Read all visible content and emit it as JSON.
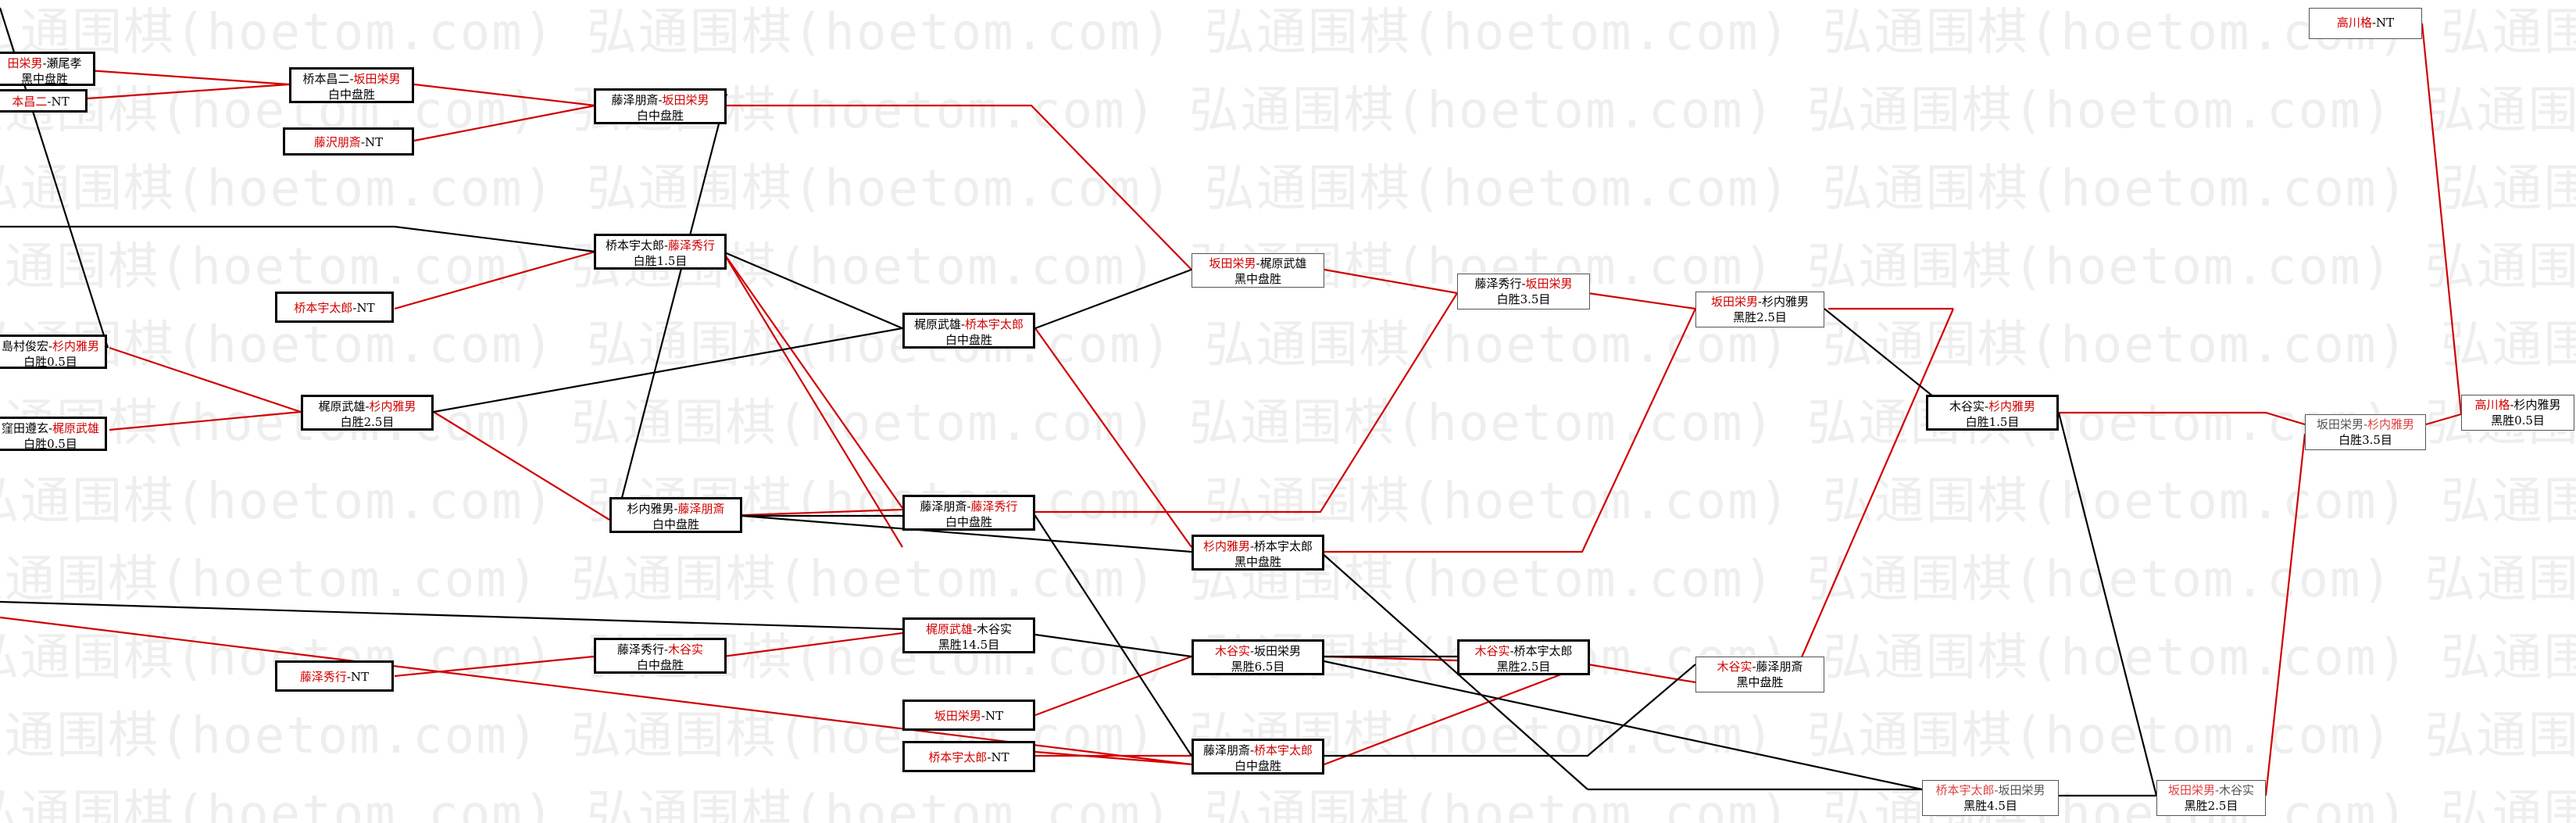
{
  "watermark": "弘通围棋(hoetom.com)",
  "colors": {
    "red": "#d10000",
    "black": "#000000"
  },
  "nodes": {
    "e1": {
      "parts": [
        [
          "r",
          "田栄男"
        ],
        [
          "k",
          "-瀬尾孝"
        ]
      ],
      "result": "黑中盘胜"
    },
    "e2": {
      "parts": [
        [
          "r",
          "本昌二"
        ],
        [
          "k",
          "-NT"
        ]
      ],
      "result": ""
    },
    "e3": {
      "parts": [
        [
          "k",
          "島村俊宏-"
        ],
        [
          "r",
          "杉内雅男"
        ]
      ],
      "result": "白胜0.5目"
    },
    "e4": {
      "parts": [
        [
          "k",
          "窪田遵玄-"
        ],
        [
          "r",
          "梶原武雄"
        ]
      ],
      "result": "白胜0.5目"
    },
    "a1": {
      "parts": [
        [
          "k",
          "桥本昌二-"
        ],
        [
          "r",
          "坂田栄男"
        ]
      ],
      "result": "白中盘胜"
    },
    "a2": {
      "parts": [
        [
          "r",
          "藤沢朋斎"
        ],
        [
          "k",
          "-NT"
        ]
      ],
      "result": ""
    },
    "a3": {
      "parts": [
        [
          "r",
          "桥本宇太郎"
        ],
        [
          "k",
          "-NT"
        ]
      ],
      "result": ""
    },
    "a4": {
      "parts": [
        [
          "k",
          "梶原武雄-"
        ],
        [
          "r",
          "杉内雅男"
        ]
      ],
      "result": "白胜2.5目"
    },
    "a5": {
      "parts": [
        [
          "r",
          "藤泽秀行"
        ],
        [
          "k",
          "-NT"
        ]
      ],
      "result": ""
    },
    "b1": {
      "parts": [
        [
          "k",
          "藤泽朋斎-"
        ],
        [
          "r",
          "坂田栄男"
        ]
      ],
      "result": "白中盘胜"
    },
    "b2": {
      "parts": [
        [
          "k",
          "桥本宇太郎-"
        ],
        [
          "r",
          "藤泽秀行"
        ]
      ],
      "result": "白胜1.5目"
    },
    "b3": {
      "parts": [
        [
          "k",
          "杉内雅男-"
        ],
        [
          "r",
          "藤泽朋斎"
        ]
      ],
      "result": "白中盘胜"
    },
    "b4": {
      "parts": [
        [
          "k",
          "藤泽秀行-"
        ],
        [
          "r",
          "木谷实"
        ]
      ],
      "result": "白中盘胜"
    },
    "c1": {
      "parts": [
        [
          "k",
          "梶原武雄-"
        ],
        [
          "r",
          "桥本宇太郎"
        ]
      ],
      "result": "白中盘胜"
    },
    "c2": {
      "parts": [
        [
          "k",
          "藤泽朋斎-"
        ],
        [
          "r",
          "藤泽秀行"
        ]
      ],
      "result": "白中盘胜"
    },
    "c3": {
      "parts": [
        [
          "r",
          "梶原武雄"
        ],
        [
          "k",
          "-木谷实"
        ]
      ],
      "result": "黑胜14.5目"
    },
    "c4": {
      "parts": [
        [
          "r",
          "坂田栄男"
        ],
        [
          "k",
          "-NT"
        ]
      ],
      "result": ""
    },
    "c5": {
      "parts": [
        [
          "r",
          "桥本宇太郎"
        ],
        [
          "k",
          "-NT"
        ]
      ],
      "result": ""
    },
    "d1": {
      "parts": [
        [
          "r",
          "坂田栄男"
        ],
        [
          "k",
          "-梶原武雄"
        ]
      ],
      "result": "黑中盘胜"
    },
    "d2": {
      "parts": [
        [
          "r",
          "杉内雅男"
        ],
        [
          "k",
          "-桥本宇太郎"
        ]
      ],
      "result": "黑中盘胜"
    },
    "d3": {
      "parts": [
        [
          "r",
          "木谷实"
        ],
        [
          "k",
          "-坂田栄男"
        ]
      ],
      "result": "黑胜6.5目"
    },
    "d4": {
      "parts": [
        [
          "k",
          "藤泽朋斎-"
        ],
        [
          "r",
          "桥本宇太郎"
        ]
      ],
      "result": "白中盘胜"
    },
    "f1": {
      "parts": [
        [
          "k",
          "藤泽秀行-"
        ],
        [
          "r",
          "坂田栄男"
        ]
      ],
      "result": "白胜3.5目"
    },
    "f2": {
      "parts": [
        [
          "r",
          "木谷实"
        ],
        [
          "k",
          "-桥本宇太郎"
        ]
      ],
      "result": "黑胜2.5目"
    },
    "g1": {
      "parts": [
        [
          "r",
          "坂田栄男"
        ],
        [
          "k",
          "-杉内雅男"
        ]
      ],
      "result": "黑胜2.5目"
    },
    "g2": {
      "parts": [
        [
          "r",
          "木谷实"
        ],
        [
          "k",
          "-藤泽朋斎"
        ]
      ],
      "result": "黑中盘胜"
    },
    "h1": {
      "parts": [
        [
          "k",
          "木谷实-"
        ],
        [
          "r",
          "杉内雅男"
        ]
      ],
      "result": "白胜1.5目"
    },
    "h2": {
      "parts": [
        [
          "r",
          "桥本宇太郎"
        ],
        [
          "k",
          "-坂田栄男"
        ]
      ],
      "result": "黑胜4.5目"
    },
    "i1": {
      "parts": [
        [
          "k",
          "坂田栄男-"
        ],
        [
          "r",
          "杉内雅男"
        ]
      ],
      "result": "白胜3.5目"
    },
    "i2": {
      "parts": [
        [
          "r",
          "坂田栄男"
        ],
        [
          "k",
          "-木谷实"
        ]
      ],
      "result": "黑胜2.5目"
    },
    "j1": {
      "parts": [
        [
          "r",
          "高川格"
        ],
        [
          "k",
          "-NT"
        ]
      ],
      "result": ""
    },
    "j2": {
      "parts": [
        [
          "r",
          "高川格"
        ],
        [
          "k",
          "-杉内雅男"
        ]
      ],
      "result": "黑胜0.5目"
    }
  }
}
